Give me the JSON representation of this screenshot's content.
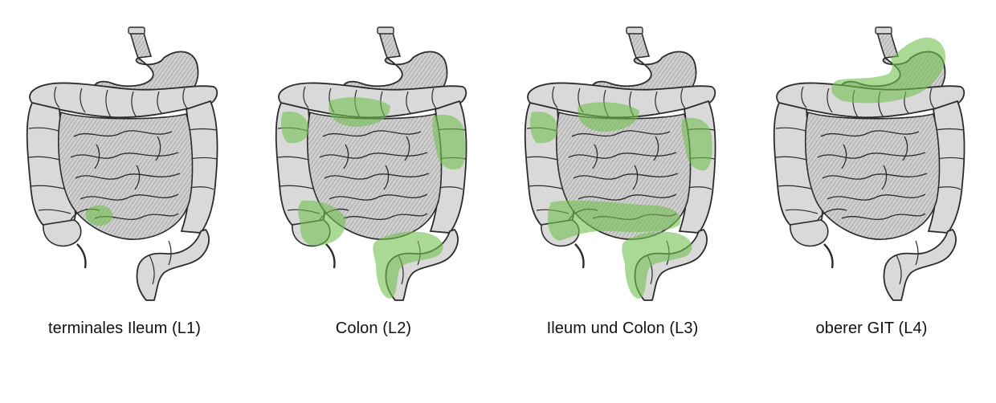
{
  "colors": {
    "highlight": "#6fbf4f",
    "outline": "#2b2b2b",
    "tissue": "#bdbdbd",
    "tissue_light": "#e2e2e2",
    "caption": "#111111"
  },
  "panels": [
    {
      "id": "L1",
      "caption": "terminales Ileum (L1)",
      "highlight": [
        "terminal-ileum"
      ]
    },
    {
      "id": "L2",
      "caption": "Colon (L2)",
      "highlight": [
        "transverse-colon",
        "ascending-colon",
        "descending-colon",
        "cecum",
        "sigmoid"
      ]
    },
    {
      "id": "L3",
      "caption": "Ileum und Colon (L3)",
      "highlight": [
        "transverse-colon",
        "ascending-colon",
        "descending-colon",
        "cecum",
        "sigmoid",
        "terminal-ileum-band"
      ]
    },
    {
      "id": "L4",
      "caption": "oberer GIT (L4)",
      "highlight": [
        "stomach"
      ]
    }
  ]
}
